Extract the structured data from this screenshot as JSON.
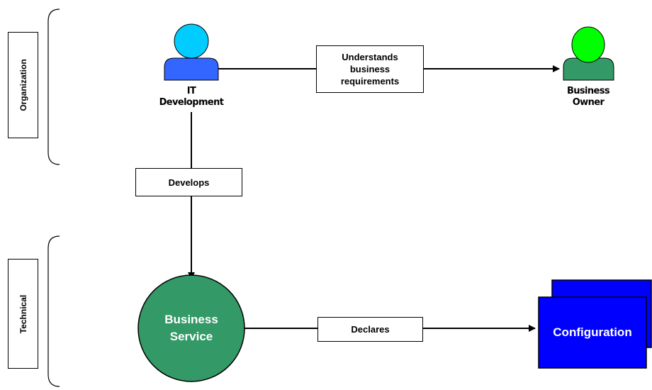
{
  "lanes": {
    "organization": "Organization",
    "technical": "Technical"
  },
  "actors": {
    "it_development": {
      "label": "IT\nDevelopment",
      "head_color": "#00CCFF",
      "body_color": "#3366FF"
    },
    "business_owner": {
      "label": "Business\nOwner",
      "head_color": "#00FF00",
      "body_color": "#339966"
    }
  },
  "nodes": {
    "business_service": {
      "label": "Business\nService",
      "color": "#339966"
    },
    "configuration": {
      "label": "Configuration",
      "color": "#0000FF"
    }
  },
  "relations": {
    "understands": "Understands\nbusiness\nrequirements",
    "develops": "Develops",
    "declares": "Declares"
  }
}
